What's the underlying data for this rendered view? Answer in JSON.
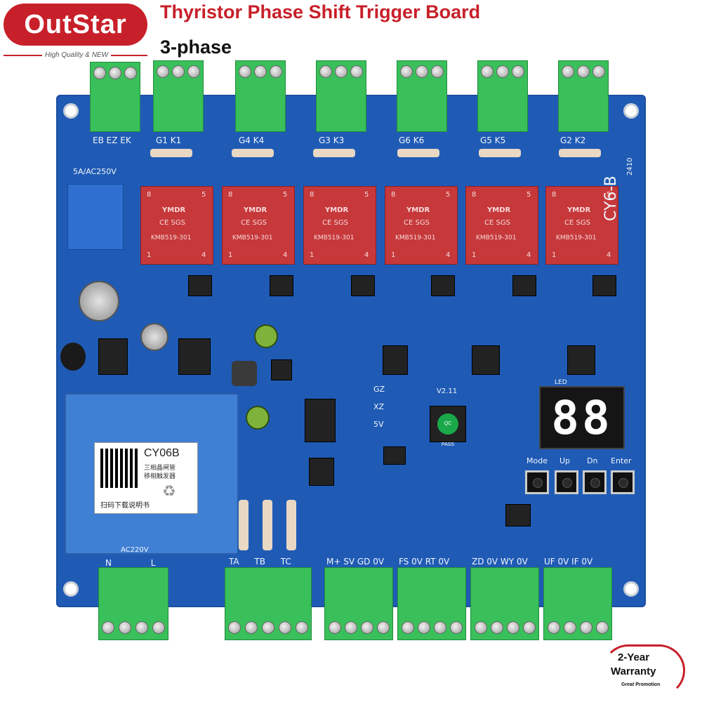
{
  "header": {
    "brand": "OutStar",
    "tagline": "High Quality & NEW",
    "title": "Thyristor Phase Shift Trigger Board",
    "subtitle": "3-phase"
  },
  "board": {
    "model": "CY6-B",
    "model_code": "2410",
    "relay_rating": "5A/AC250V",
    "top_terminals": [
      {
        "labels": "EB EZ EK"
      },
      {
        "labels": "G1 K1"
      },
      {
        "labels": "G4 K4"
      },
      {
        "labels": "G3 K3"
      },
      {
        "labels": "G6 K6"
      },
      {
        "labels": "G5 K5"
      },
      {
        "labels": "G2 K2"
      }
    ],
    "pulse_transformer": {
      "brand": "YMDR",
      "cert": "CE SGS",
      "part": "KMB519-301",
      "pin8": "8",
      "pin5": "5",
      "pin1": "1",
      "pin4": "4"
    },
    "mcu_version": "V2.11",
    "chip_marking": "QC PASS",
    "display_label": "LED",
    "display_value": "88",
    "buttons": [
      "Mode",
      "Up",
      "Dn",
      "Enter"
    ],
    "side_labels": [
      "GZ",
      "XZ",
      "5V"
    ],
    "transformer_label": {
      "model": "CY06B",
      "line1": "三相晶闸管",
      "line2": "移相触发器",
      "scan": "扫码下载说明书"
    },
    "bottom_terminals": [
      {
        "header": "AC220V",
        "labels": "N L"
      },
      {
        "labels": "TA TB TC"
      },
      {
        "labels": "M+ SV GD 0V"
      },
      {
        "labels": "FS 0V RT 0V"
      },
      {
        "labels": "ZD 0V WY 0V"
      },
      {
        "labels": "UF 0V IF 0V"
      }
    ]
  },
  "badge": {
    "line1": "2-Year",
    "line2": "Warranty",
    "line3": "Great Promotion"
  },
  "colors": {
    "brand_red": "#c8202a",
    "pcb_blue": "#1f5bb5",
    "terminal_green": "#39c05a",
    "relay_red": "#c6383a"
  }
}
